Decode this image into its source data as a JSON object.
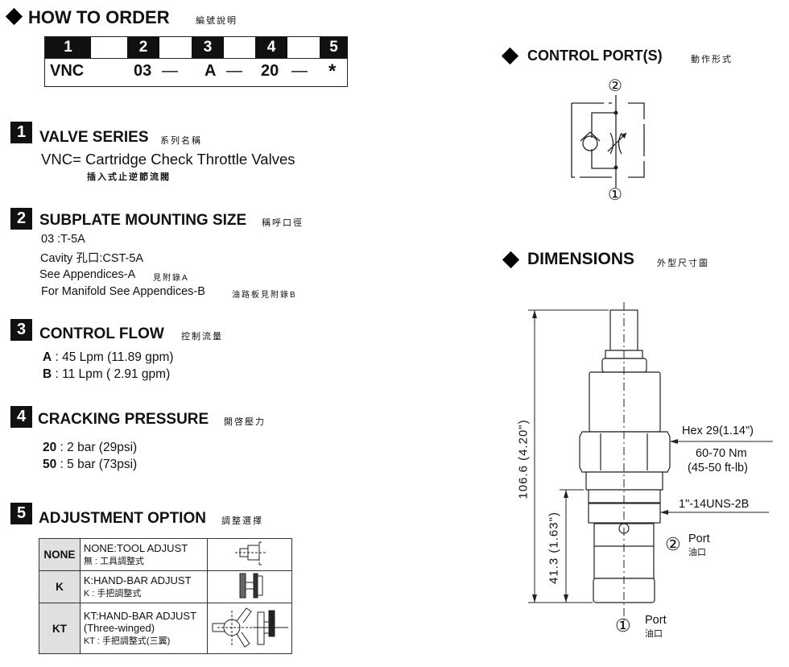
{
  "header": {
    "title": "HOW TO ORDER",
    "title_cjk": "編號說明"
  },
  "order_code": {
    "positions": [
      "1",
      "2",
      "3",
      "4",
      "5"
    ],
    "values": [
      "VNC",
      "03",
      "A",
      "20",
      "*"
    ],
    "dash": "—"
  },
  "sections": [
    {
      "num": "1",
      "title": "VALVE SERIES",
      "title_cjk": "系列名稱",
      "lines": [
        "VNC= Cartridge Check Throttle Valves",
        "插入式止逆節流閥"
      ]
    },
    {
      "num": "2",
      "title": "SUBPLATE MOUNTING SIZE",
      "title_cjk": "稱呼口徑",
      "lines": [
        "03 :T-5A",
        "Cavity 孔口:CST-5A",
        "See Appendices-A",
        "見附錄A",
        "For Manifold See Appendices-B",
        "油路板見附錄B"
      ]
    },
    {
      "num": "3",
      "title": "CONTROL FLOW",
      "title_cjk": "控制流量",
      "lines": [
        {
          "code": "A",
          "text": " : 45 Lpm  (11.89 gpm)"
        },
        {
          "code": "B",
          "text": " : 11 Lpm  (  2.91 gpm)"
        }
      ]
    },
    {
      "num": "4",
      "title": "CRACKING PRESSURE",
      "title_cjk": "開啓壓力",
      "lines": [
        {
          "code": "20",
          "text": " : 2 bar (29psi)"
        },
        {
          "code": "50",
          "text": " : 5 bar (73psi)"
        }
      ]
    },
    {
      "num": "5",
      "title": "ADJUSTMENT OPTION",
      "title_cjk": "調整選擇"
    }
  ],
  "adjust_table": [
    {
      "code": "NONE",
      "desc": "NONE:TOOL ADJUST",
      "desc_cjk": "無 : 工具調整式"
    },
    {
      "code": "K",
      "desc": "K:HAND-BAR ADJUST",
      "desc_cjk": "K : 手把調整式"
    },
    {
      "code": "KT",
      "desc": "KT:HAND-BAR ADJUST",
      "desc2": "(Three-winged)",
      "desc_cjk": "KT : 手把調整式(三翼)"
    }
  ],
  "control_ports": {
    "title": "CONTROL PORT(S)",
    "title_cjk": "動作形式",
    "port_top": "②",
    "port_bottom": "①"
  },
  "dimensions": {
    "title": "DIMENSIONS",
    "title_cjk": "外型尺寸圖",
    "overall": "106.6 (4.20\")",
    "lower": "41.3 (1.63\")",
    "hex": "Hex 29(1.14\")",
    "torque": "60-70 Nm",
    "torque_imp": "(45-50 ft-lb)",
    "thread": "1\"-14UNS-2B",
    "port2_num": "②",
    "port1_num": "①",
    "port_label": "Port",
    "port_cjk": "油口"
  }
}
